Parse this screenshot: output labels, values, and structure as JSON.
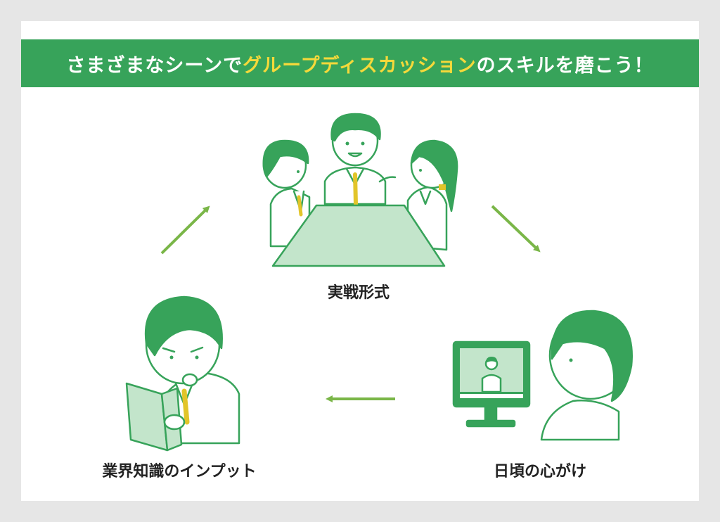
{
  "banner": {
    "prefix": "さまざまなシーンで",
    "highlight": "グループディスカッション",
    "suffix": "のスキルを磨こう！"
  },
  "steps": {
    "top": "実戦形式",
    "right": "日頃の心がけ",
    "left": "業界知識のインプット"
  },
  "colors": {
    "green": "#37a35a",
    "light_green": "#c3e5cb",
    "arrow": "#7ab648",
    "highlight": "#f5d93a",
    "tie": "#e2c52a"
  }
}
